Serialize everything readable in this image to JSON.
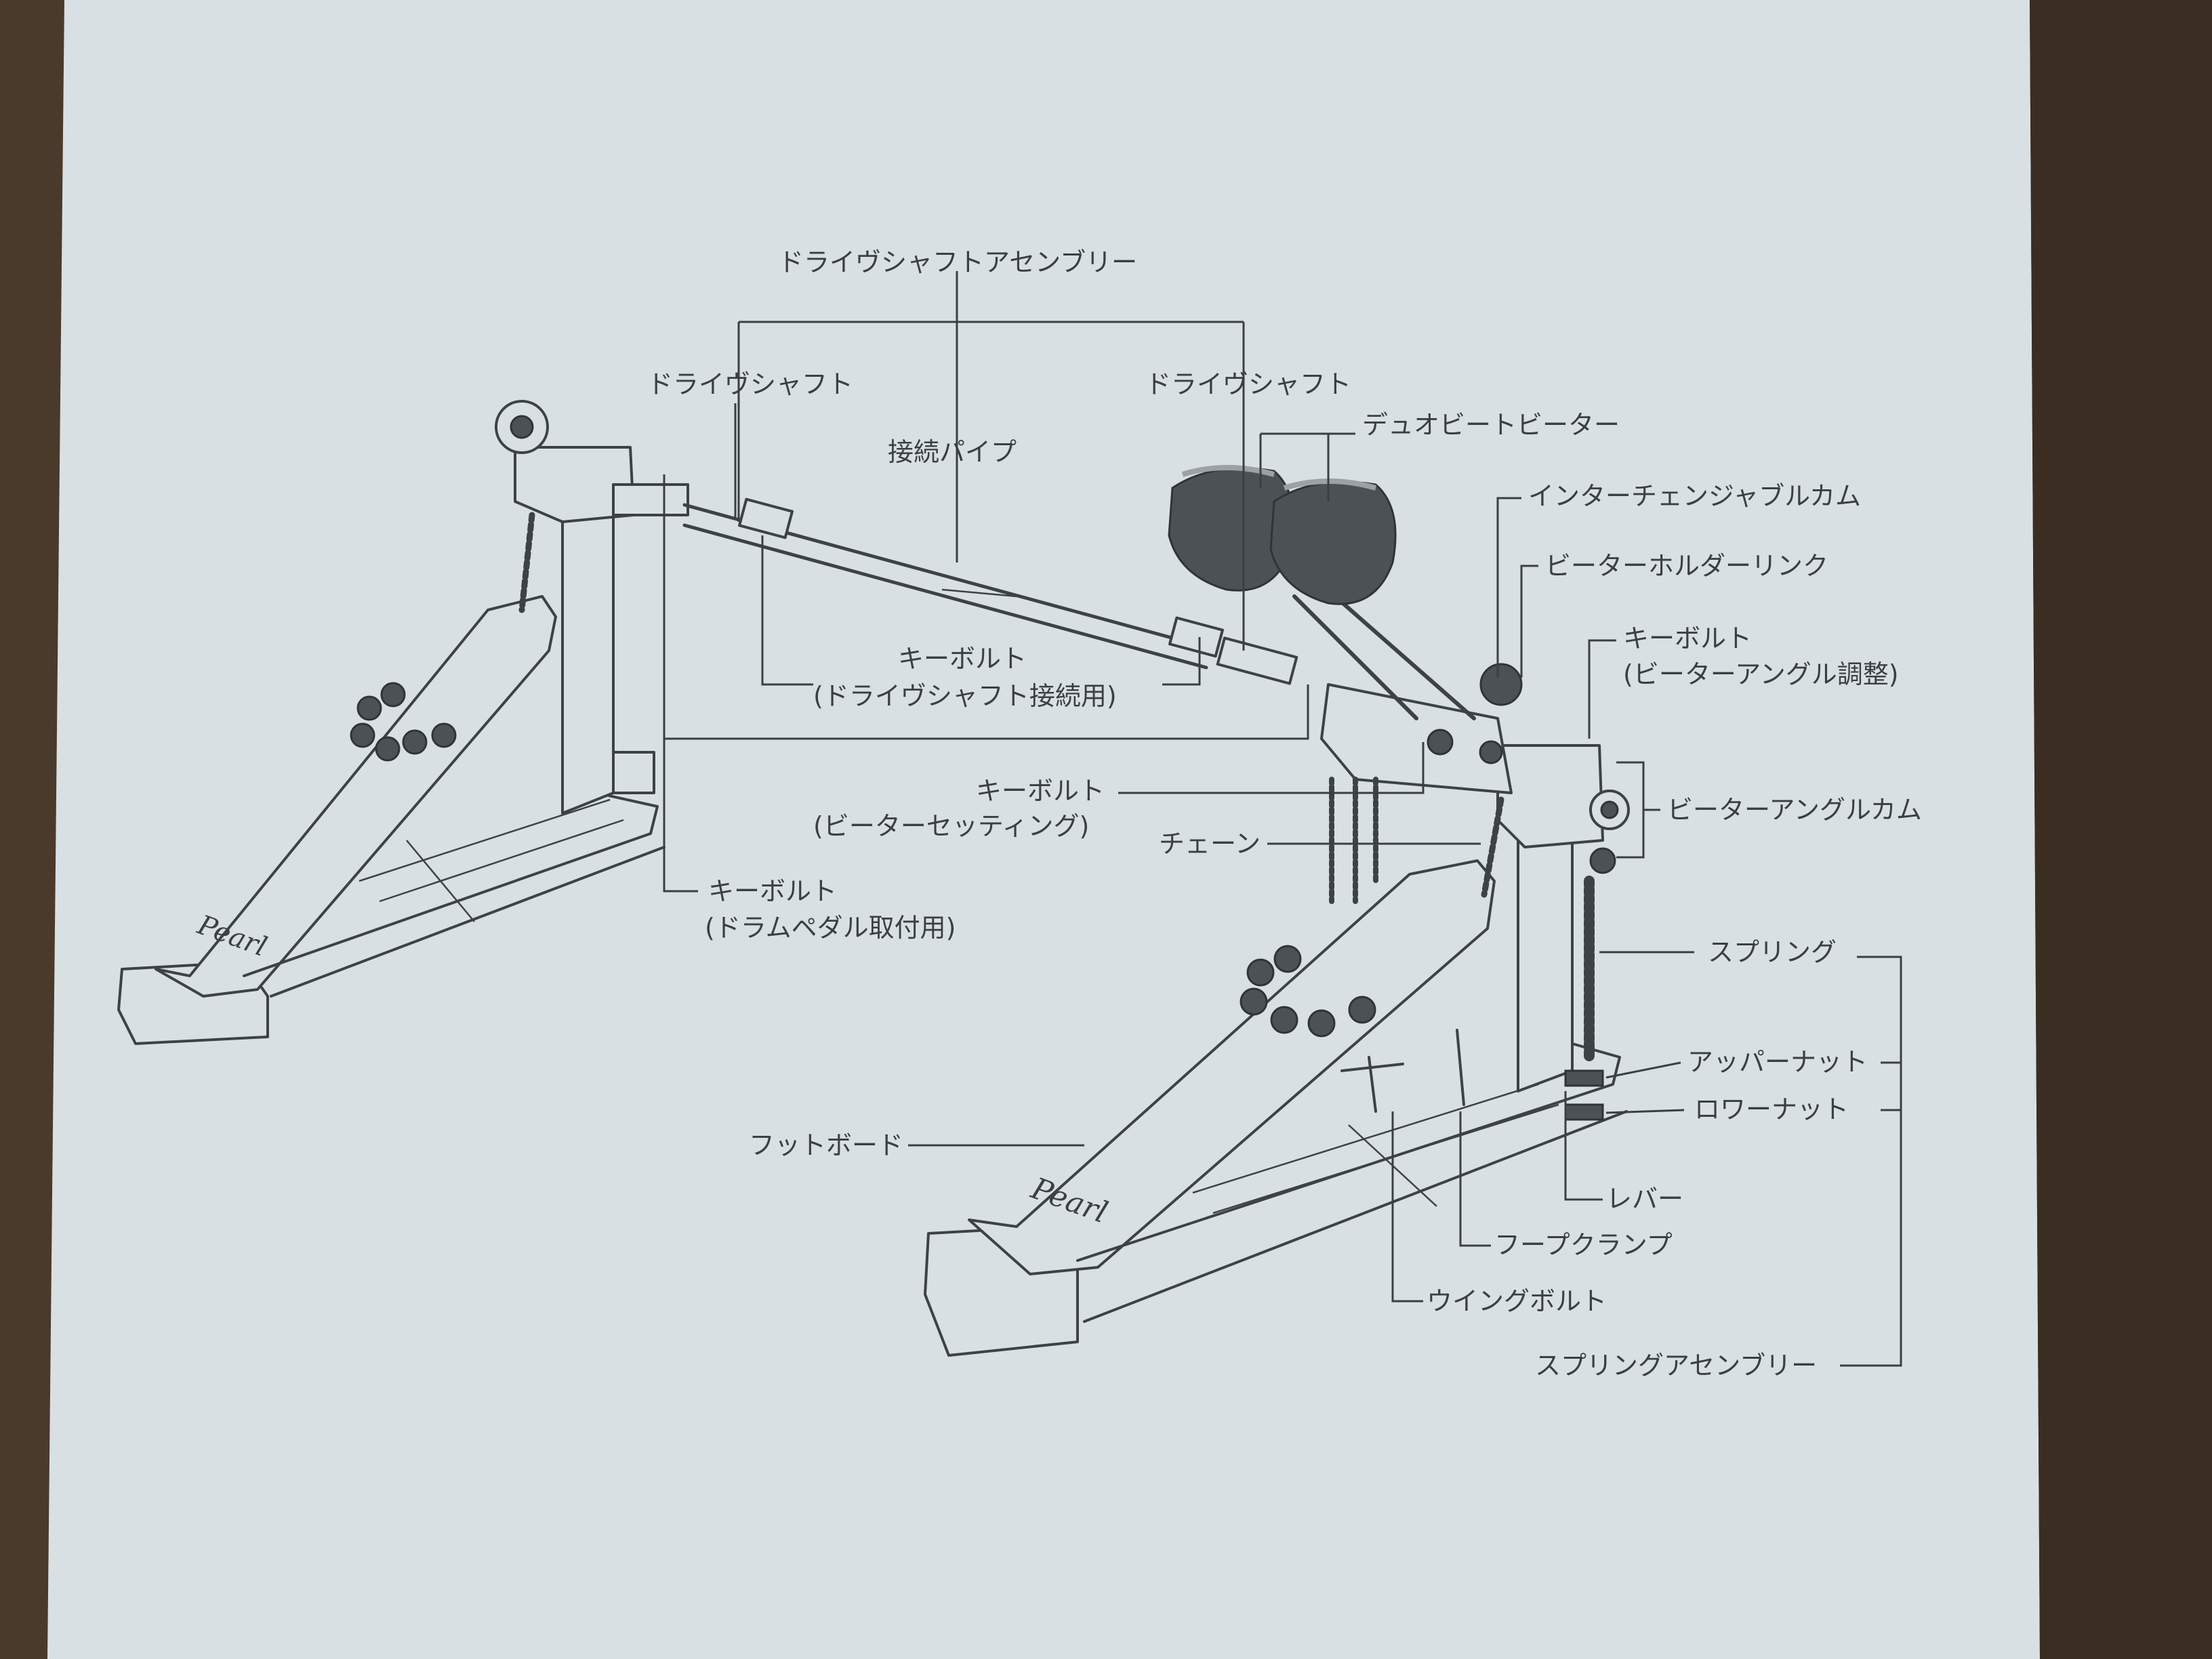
{
  "labels": {
    "drive_shaft_assembly": "ドライヴシャフトアセンブリー",
    "drive_shaft_left": "ドライヴシャフト",
    "connecting_pipe": "接続パイプ",
    "drive_shaft_right": "ドライヴシャフト",
    "duo_beat_beater": "デュオビートビーター",
    "interchangeable_cam": "インターチェンジャブルカム",
    "beater_holder_link": "ビーターホルダーリンク",
    "key_bolt_drive_shaft": "キーボルト",
    "key_bolt_drive_shaft_note": "(ドライヴシャフト接続用)",
    "key_bolt_beater_angle": "キーボルト",
    "key_bolt_beater_angle_note": "(ビーターアングル調整)",
    "key_bolt_beater_setting": "キーボルト",
    "key_bolt_beater_setting_note": "(ビーターセッティング)",
    "beater_angle_cam": "ビーターアングルカム",
    "chain": "チェーン",
    "key_bolt_drum_pedal": "キーボルト",
    "key_bolt_drum_pedal_note": "(ドラムペダル取付用)",
    "spring": "スプリング",
    "upper_nut": "アッパーナット",
    "lower_nut": "ロワーナット",
    "footboard": "フットボード",
    "lever": "レバー",
    "hoop_clamp": "フープクランプ",
    "wing_bolt": "ウイングボルト",
    "spring_assembly": "スプリングアセンブリー"
  },
  "logo_text": "Pearl",
  "colors": {
    "paper": "#d9e0e3",
    "ink": "#3a3f44",
    "background": "#4a3a2c"
  }
}
